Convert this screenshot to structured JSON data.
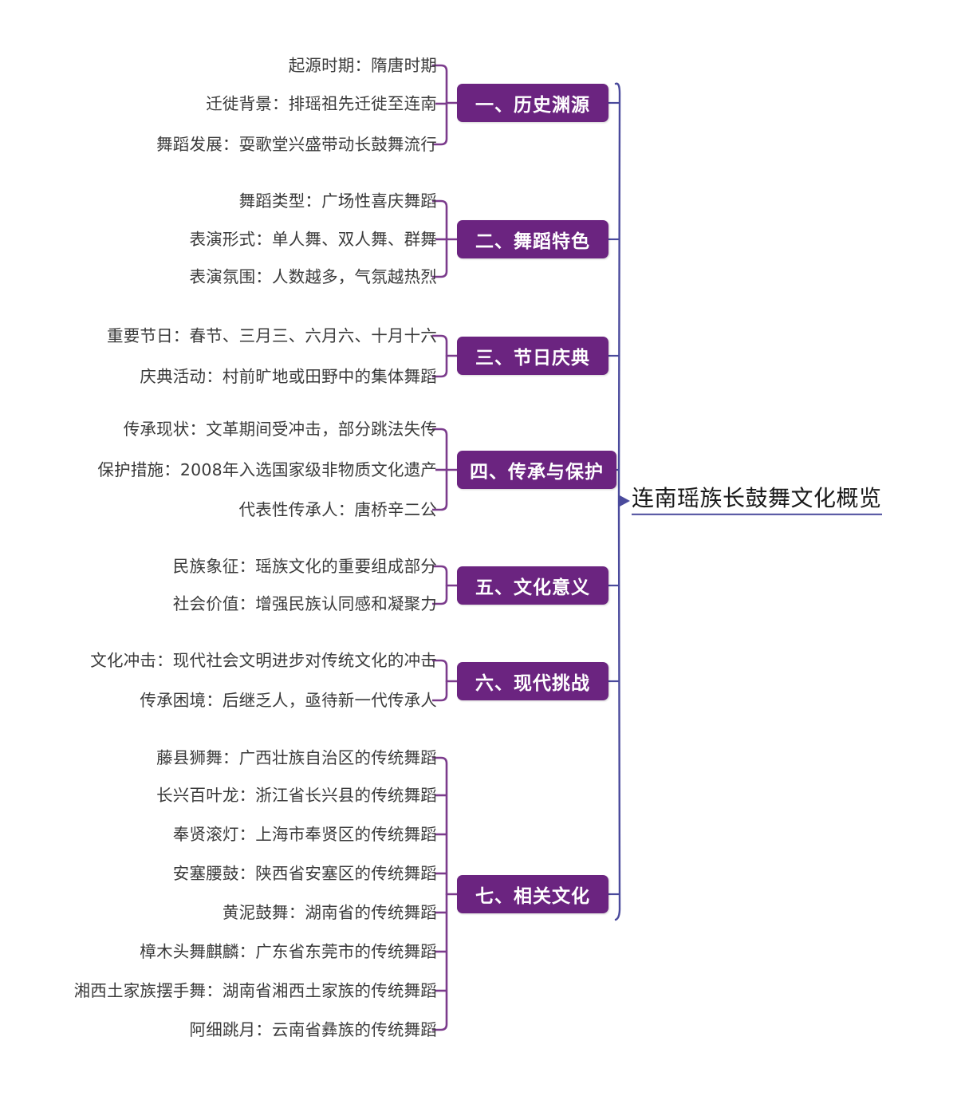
{
  "title": "连南瑶族长鼓舞文化概览",
  "colors": {
    "branch_fill": "#6B2480",
    "branch_text": "#FFFFFF",
    "bracket": "#7B3B8C",
    "trunk": "#4A4A9C",
    "leaf_text": "#3A3A3A",
    "root_text": "#1A1A1A",
    "background": "#FFFFFF"
  },
  "root": {
    "label": "连南瑶族长鼓舞文化概览"
  },
  "branches": [
    {
      "label": "一、历史渊源",
      "leaves": [
        "起源时期：隋唐时期",
        "迁徙背景：排瑶祖先迁徙至连南",
        "舞蹈发展：耍歌堂兴盛带动长鼓舞流行"
      ]
    },
    {
      "label": "二、舞蹈特色",
      "leaves": [
        "舞蹈类型：广场性喜庆舞蹈",
        "表演形式：单人舞、双人舞、群舞",
        "表演氛围：人数越多，气氛越热烈"
      ]
    },
    {
      "label": "三、节日庆典",
      "leaves": [
        "重要节日：春节、三月三、六月六、十月十六",
        "庆典活动：村前旷地或田野中的集体舞蹈"
      ]
    },
    {
      "label": "四、传承与保护",
      "leaves": [
        "传承现状：文革期间受冲击，部分跳法失传",
        "保护措施：2008年入选国家级非物质文化遗产",
        "代表性传承人：唐桥辛二公"
      ]
    },
    {
      "label": "五、文化意义",
      "leaves": [
        "民族象征：瑶族文化的重要组成部分",
        "社会价值：增强民族认同感和凝聚力"
      ]
    },
    {
      "label": "六、现代挑战",
      "leaves": [
        "文化冲击：现代社会文明进步对传统文化的冲击",
        "传承困境：后继乏人，亟待新一代传承人"
      ]
    },
    {
      "label": "七、相关文化",
      "leaves": [
        "藤县狮舞：广西壮族自治区的传统舞蹈",
        "长兴百叶龙：浙江省长兴县的传统舞蹈",
        "奉贤滚灯：上海市奉贤区的传统舞蹈",
        "安塞腰鼓：陕西省安塞区的传统舞蹈",
        "黄泥鼓舞：湖南省的传统舞蹈",
        "樟木头舞麒麟：广东省东莞市的传统舞蹈",
        "湘西土家族摆手舞：湖南省湘西土家族的传统舞蹈",
        "阿细跳月：云南省彝族的传统舞蹈"
      ]
    }
  ],
  "layout": {
    "branch_y": [
      129,
      300,
      446,
      589,
      734,
      854,
      1121
    ],
    "leaf_y": [
      [
        82,
        130,
        181
      ],
      [
        252,
        300,
        347
      ],
      [
        421,
        472
      ],
      [
        538,
        589,
        639
      ],
      [
        710,
        757
      ],
      [
        828,
        878
      ],
      [
        950,
        997,
        1046,
        1095,
        1144,
        1193,
        1242,
        1291
      ]
    ]
  }
}
